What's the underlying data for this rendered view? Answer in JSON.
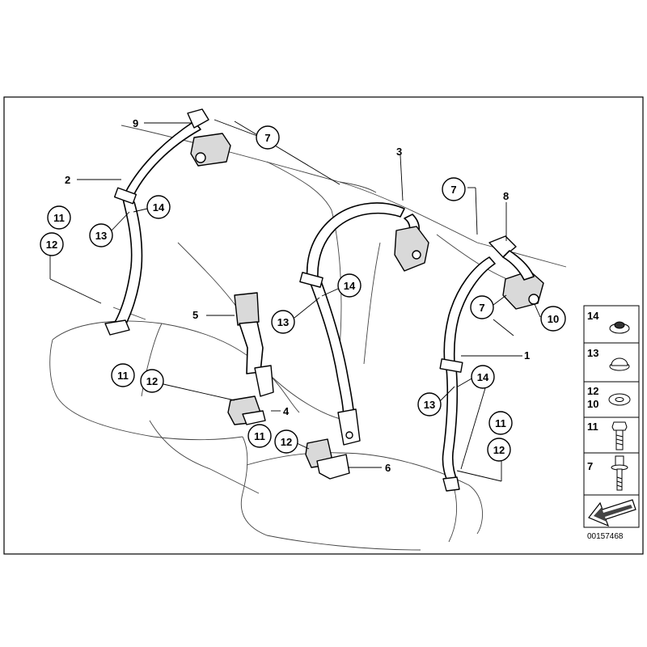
{
  "callouts": {
    "n1": "1",
    "n2": "2",
    "n3": "3",
    "n4": "4",
    "n5": "5",
    "n6": "6",
    "n8": "8",
    "n9": "9",
    "c7a": "7",
    "c7b": "7",
    "c7c": "7",
    "c10": "10",
    "c11a": "11",
    "c12a": "12",
    "c13a": "13",
    "c14a": "14",
    "c13b": "13",
    "c14b": "14",
    "c11b": "11",
    "c12b": "12",
    "c11c": "11",
    "c12c": "12",
    "c13c": "13",
    "c14c": "14",
    "c11d": "11",
    "c12d": "12"
  },
  "parts_table": {
    "rows": [
      {
        "label": "14",
        "icon": "washer-cap-icon"
      },
      {
        "label": "13",
        "icon": "rubber-cap-icon"
      },
      {
        "label": "12\n10",
        "label_top": "12",
        "label_bottom": "10",
        "icon": "washer-icon"
      },
      {
        "label": "11",
        "icon": "hex-bolt-icon"
      },
      {
        "label": "7",
        "icon": "shoulder-bolt-icon"
      }
    ],
    "arrow_icon": "direction-arrow-icon"
  },
  "diagram_id": "00157468"
}
